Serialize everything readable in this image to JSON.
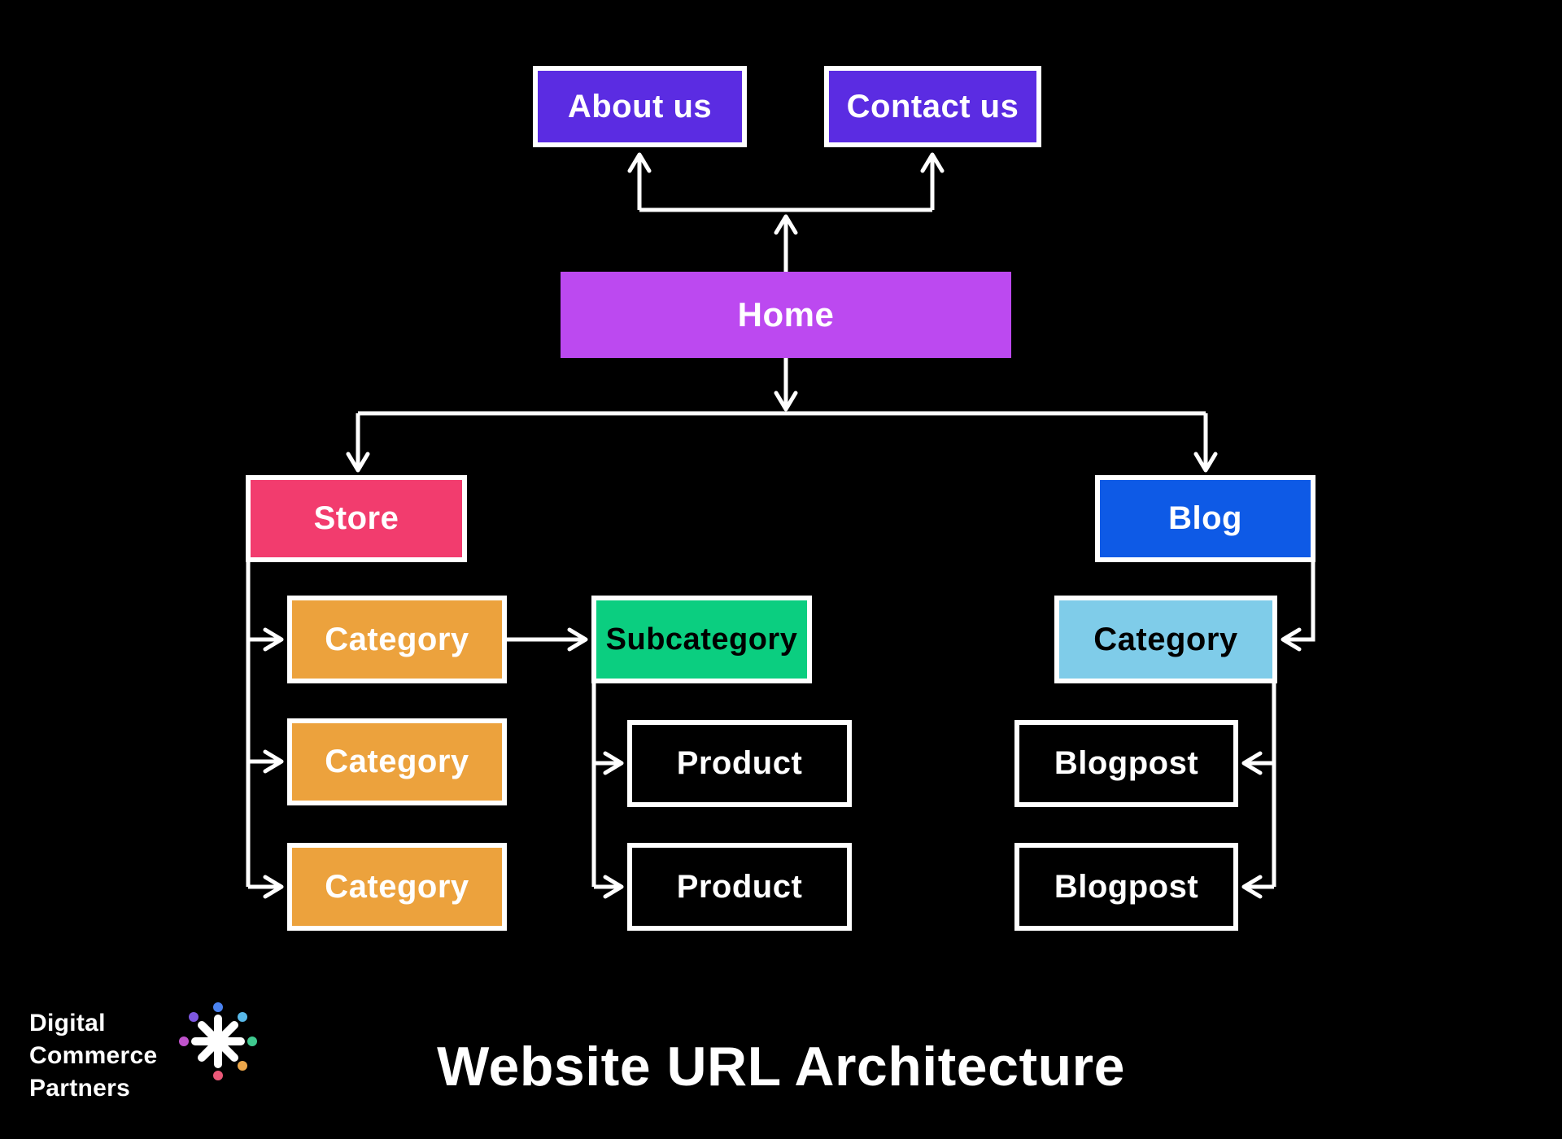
{
  "meta": {
    "background": "#000000",
    "connector_color": "#FFFFFF"
  },
  "title": {
    "text": "Website URL Architecture"
  },
  "logo": {
    "lines": [
      "Digital",
      "Commerce",
      "Partners"
    ],
    "dots": [
      {
        "name": "top",
        "color": "#4A82F0"
      },
      {
        "name": "top-right",
        "color": "#58B8E8"
      },
      {
        "name": "right",
        "color": "#3FC98F"
      },
      {
        "name": "bottom-right",
        "color": "#EDA74A"
      },
      {
        "name": "bottom",
        "color": "#EA5878"
      },
      {
        "name": "left",
        "color": "#C053CC"
      },
      {
        "name": "top-left",
        "color": "#7E57E0"
      }
    ]
  },
  "nodes": {
    "about_us": {
      "label": "About us",
      "bg": "#5B2CE2",
      "fg": "#FFFFFF"
    },
    "contact_us": {
      "label": "Contact us",
      "bg": "#5B2CE2",
      "fg": "#FFFFFF"
    },
    "home": {
      "label": "Home",
      "bg": "#BC49F0",
      "fg": "#FFFFFF"
    },
    "store": {
      "label": "Store",
      "bg": "#F23C6E",
      "fg": "#FFFFFF"
    },
    "blog": {
      "label": "Blog",
      "bg": "#0E5AE6",
      "fg": "#FFFFFF"
    },
    "store_category_1": {
      "label": "Category",
      "bg": "#ECA23D",
      "fg": "#FFFFFF"
    },
    "store_category_2": {
      "label": "Category",
      "bg": "#ECA23D",
      "fg": "#FFFFFF"
    },
    "store_category_3": {
      "label": "Category",
      "bg": "#ECA23D",
      "fg": "#FFFFFF"
    },
    "subcategory": {
      "label": "Subcategory",
      "bg": "#0BCE80",
      "fg": "#000000"
    },
    "product_1": {
      "label": "Product",
      "bg": "#000000",
      "fg": "#FFFFFF"
    },
    "product_2": {
      "label": "Product",
      "bg": "#000000",
      "fg": "#FFFFFF"
    },
    "blog_category": {
      "label": "Category",
      "bg": "#7FCCE9",
      "fg": "#000000"
    },
    "blogpost_1": {
      "label": "Blogpost",
      "bg": "#000000",
      "fg": "#FFFFFF"
    },
    "blogpost_2": {
      "label": "Blogpost",
      "bg": "#000000",
      "fg": "#FFFFFF"
    }
  },
  "edges": [
    {
      "from": "home",
      "to": "about_us"
    },
    {
      "from": "home",
      "to": "contact_us"
    },
    {
      "from": "home",
      "to": "store"
    },
    {
      "from": "home",
      "to": "blog"
    },
    {
      "from": "store",
      "to": "store_category_1"
    },
    {
      "from": "store",
      "to": "store_category_2"
    },
    {
      "from": "store",
      "to": "store_category_3"
    },
    {
      "from": "store_category_1",
      "to": "subcategory"
    },
    {
      "from": "subcategory",
      "to": "product_1"
    },
    {
      "from": "subcategory",
      "to": "product_2"
    },
    {
      "from": "blog",
      "to": "blog_category"
    },
    {
      "from": "blog_category",
      "to": "blogpost_1"
    },
    {
      "from": "blog_category",
      "to": "blogpost_2"
    }
  ]
}
